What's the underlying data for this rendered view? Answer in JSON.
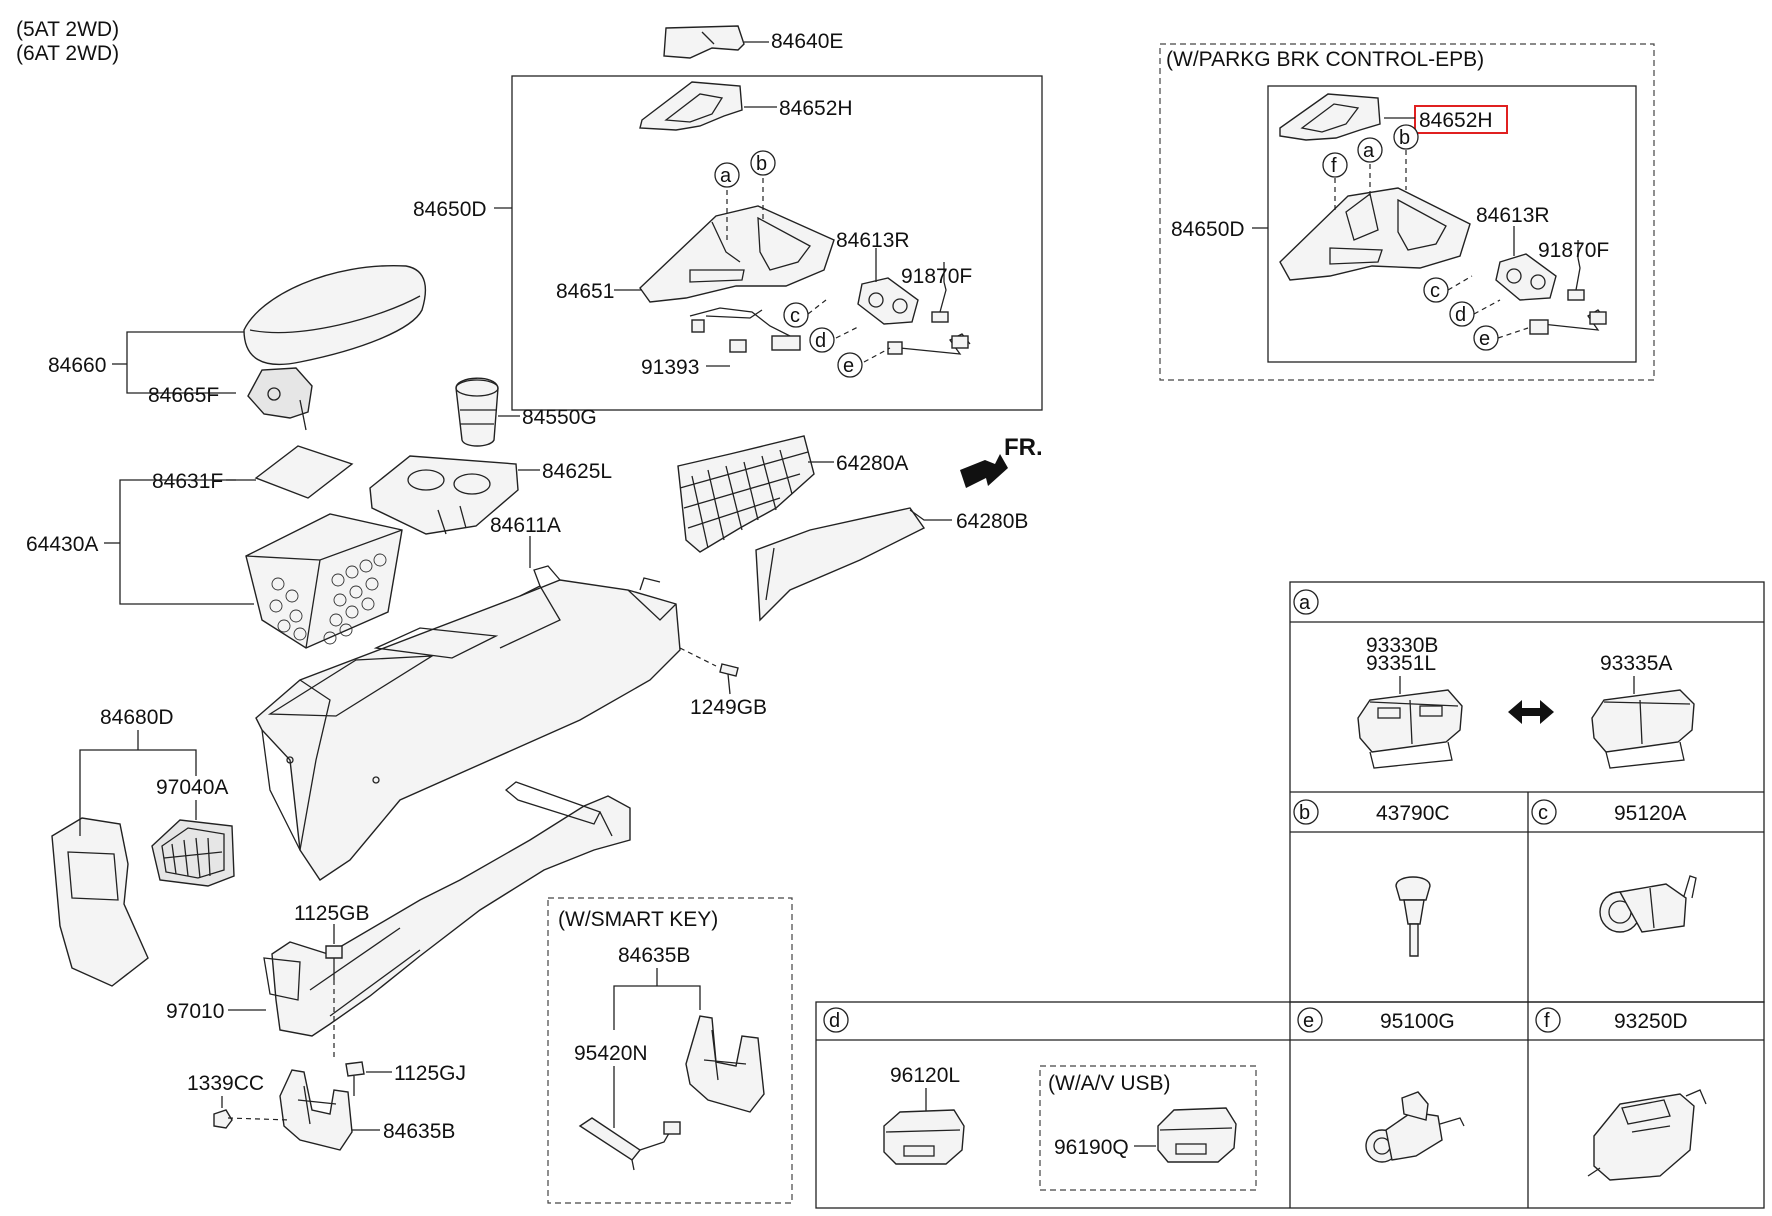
{
  "header": {
    "line1": "(5AT 2WD)",
    "line2": "(6AT 2WD)"
  },
  "parts": {
    "p84640E": "84640E",
    "p84652H": "84652H",
    "p84650D": "84650D",
    "p84613R": "84613R",
    "p91870F": "91870F",
    "p84651": "84651",
    "p91393": "91393",
    "p84660": "84660",
    "p84665F": "84665F",
    "p84550G": "84550G",
    "p84631F": "84631F",
    "p84625L": "84625L",
    "p64430A": "64430A",
    "p84611A": "84611A",
    "p64280A": "64280A",
    "p64280B": "64280B",
    "p1249GB": "1249GB",
    "p84680D": "84680D",
    "p97040A": "97040A",
    "p1125GB": "1125GB",
    "p97010": "97010",
    "p1339CC": "1339CC",
    "p1125GJ": "1125GJ",
    "p84635B": "84635B",
    "fr": "FR."
  },
  "epb_box": {
    "title": "(W/PARKG BRK CONTROL-EPB)",
    "p84652H": "84652H",
    "p84650D": "84650D",
    "p84613R": "84613R",
    "p91870F": "91870F"
  },
  "smart_key_box": {
    "title": "(W/SMART KEY)",
    "p84635B": "84635B",
    "p95420N": "95420N"
  },
  "callouts": {
    "a": "a",
    "b": "b",
    "c": "c",
    "d": "d",
    "e": "e",
    "f": "f"
  },
  "table": {
    "a_parts_line1": "93330B",
    "a_parts_line2": "93351L",
    "a_alt": "93335A",
    "b_part": "43790C",
    "c_part": "95120A",
    "d_part": "96120L",
    "d_usb_title": "(W/A/V  USB)",
    "d_usb_part": "96190Q",
    "e_part": "95100G",
    "f_part": "93250D"
  },
  "colors": {
    "highlight": "#e02020",
    "line": "#222222"
  }
}
